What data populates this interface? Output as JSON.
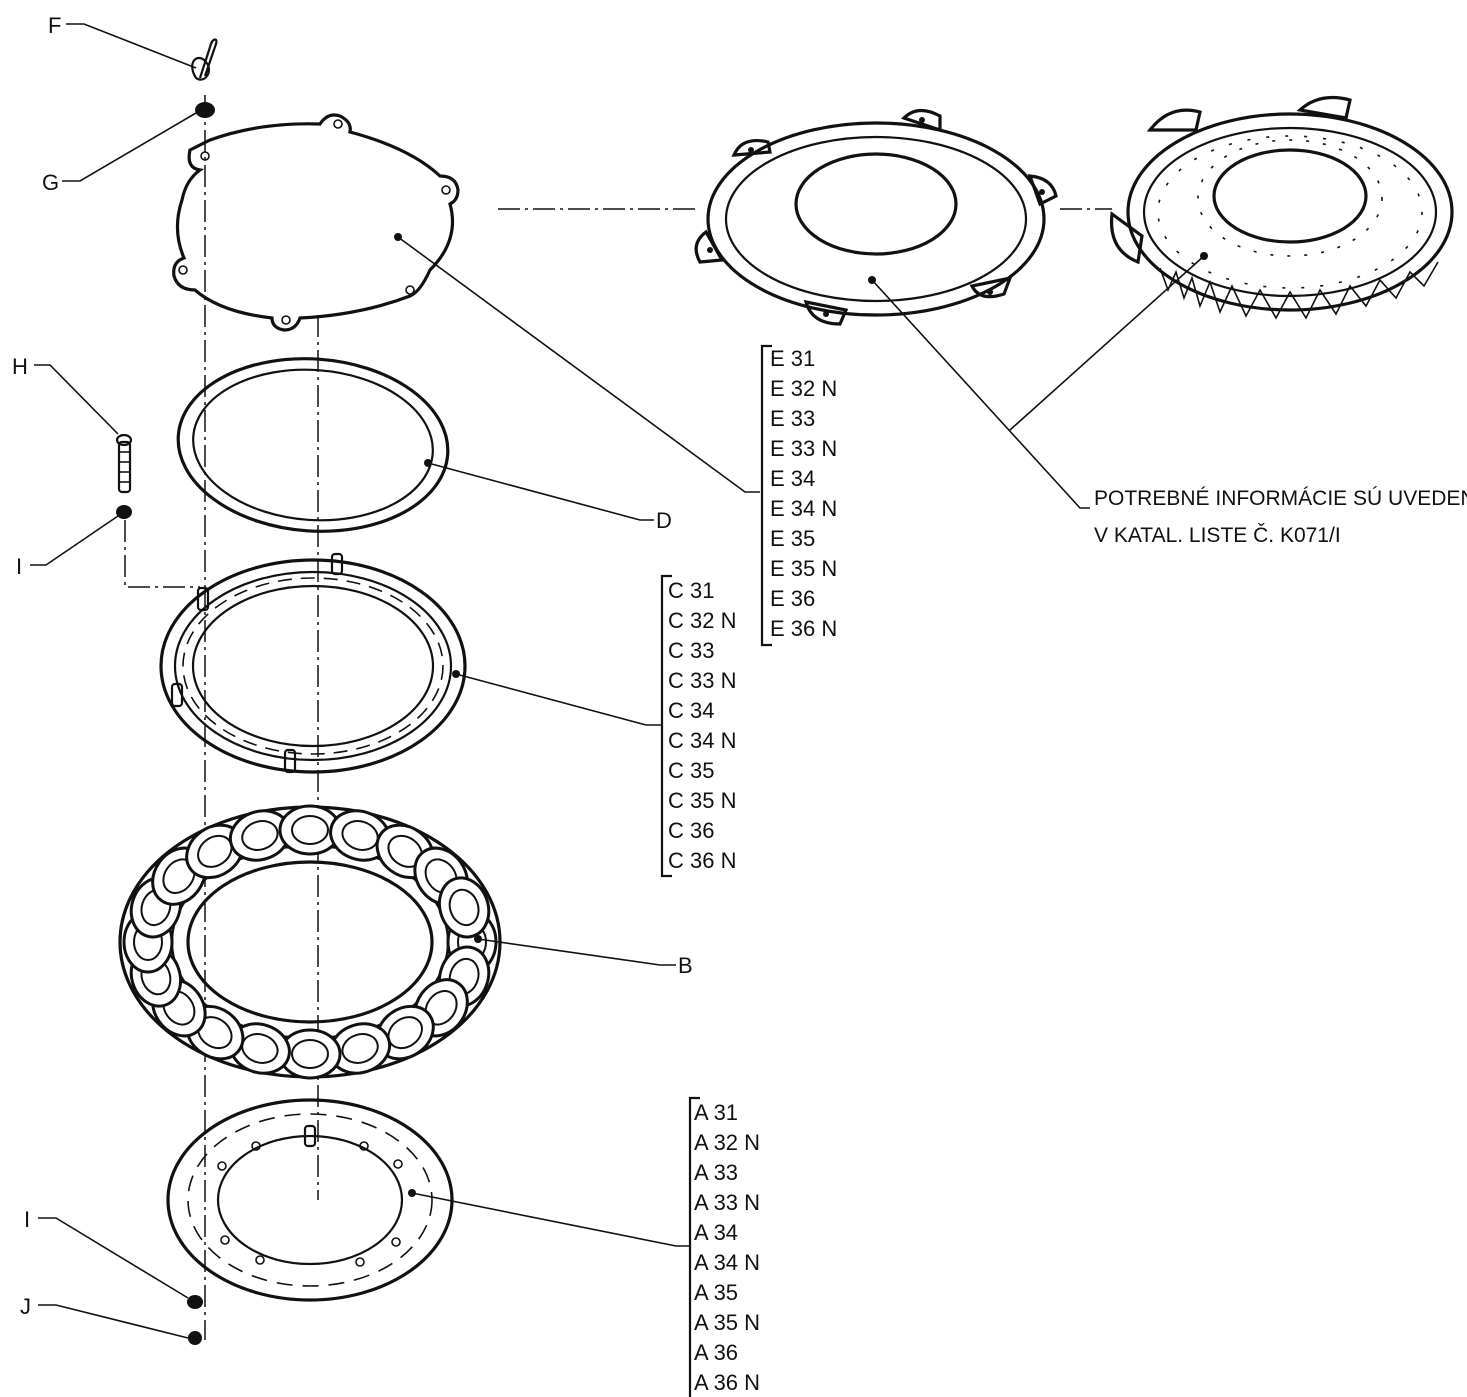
{
  "callouts": {
    "F": "F",
    "G": "G",
    "H": "H",
    "I_top": "I",
    "D": "D",
    "B": "B",
    "I_bottom": "I",
    "J": "J"
  },
  "e_codes": [
    "E 31",
    "E 32 N",
    "E 33",
    "E 33 N",
    "E 34",
    "E 34 N",
    "E 35",
    "E 35 N",
    "E 36",
    "E 36 N"
  ],
  "c_codes": [
    "C 31",
    "C 32 N",
    "C 33",
    "C 33 N",
    "C 34",
    "C 34 N",
    "C 35",
    "C 35 N",
    "C 36",
    "C 36 N"
  ],
  "a_codes": [
    "A 31",
    "A 32 N",
    "A 33",
    "A 33 N",
    "A 34",
    "A 34 N",
    "A 35",
    "A 35 N",
    "A 36",
    "A 36 N"
  ],
  "note": {
    "line1": "POTREBNÉ INFORMÁCIE SÚ UVEDENÉ",
    "line2": "V KATAL. LISTE Č. K071/I"
  }
}
